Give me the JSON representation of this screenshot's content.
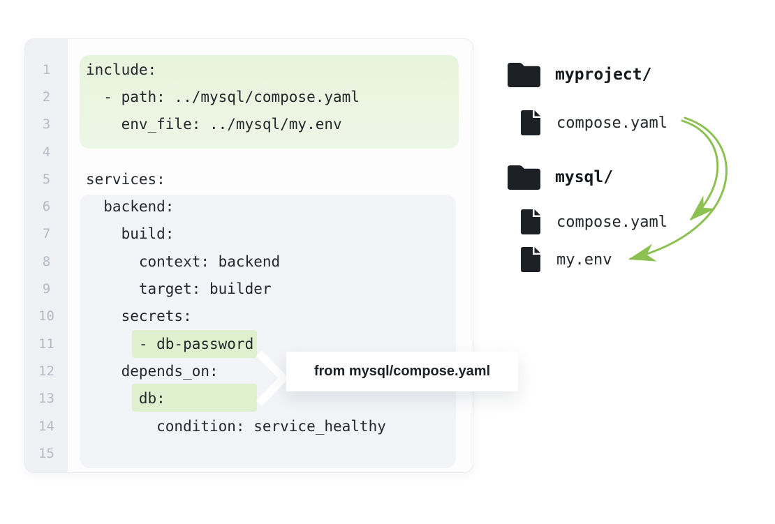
{
  "colors": {
    "arrow_green": "#8cc152",
    "include_block_green": "#e9f4df",
    "line_highlight_green": "#dff0cf",
    "services_block_gray": "#f2f4f7",
    "gutter_gray": "#eff1f4",
    "code_text": "#24282d",
    "line_number_gray": "#b5bbc3",
    "icon_black": "#1d2126"
  },
  "code_panel": {
    "lines": [
      {
        "num": "1",
        "text": "include:"
      },
      {
        "num": "2",
        "text": "  - path: ../mysql/compose.yaml"
      },
      {
        "num": "3",
        "text": "    env_file: ../mysql/my.env"
      },
      {
        "num": "4",
        "text": ""
      },
      {
        "num": "5",
        "text": "services:"
      },
      {
        "num": "6",
        "text": "  backend:"
      },
      {
        "num": "7",
        "text": "    build:"
      },
      {
        "num": "8",
        "text": "      context: backend"
      },
      {
        "num": "9",
        "text": "      target: builder"
      },
      {
        "num": "10",
        "text": "    secrets:"
      },
      {
        "num": "11",
        "text": "      - db-password"
      },
      {
        "num": "12",
        "text": "    depends_on:"
      },
      {
        "num": "13",
        "text": "      db:"
      },
      {
        "num": "14",
        "text": "        condition: service_healthy"
      },
      {
        "num": "15",
        "text": ""
      }
    ]
  },
  "tooltip": {
    "label": "from mysql/compose.yaml"
  },
  "file_tree": {
    "items": [
      {
        "icon": "folder-icon",
        "label": "myproject/"
      },
      {
        "icon": "file-icon",
        "label": "compose.yaml"
      },
      {
        "icon": "folder-icon",
        "label": "mysql/"
      },
      {
        "icon": "file-icon",
        "label": "compose.yaml"
      },
      {
        "icon": "file-icon",
        "label": "my.env"
      }
    ]
  }
}
